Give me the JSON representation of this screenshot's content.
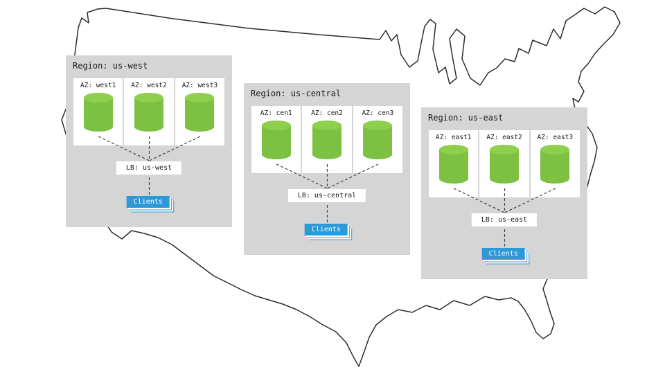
{
  "diagram": {
    "description": "US map with three cloud regions, each containing three availability zones with databases feeding a load balancer that serves clients"
  },
  "regions": [
    {
      "title": "Region: us-west",
      "azs": [
        {
          "label": "AZ: west1"
        },
        {
          "label": "AZ: west2"
        },
        {
          "label": "AZ: west3"
        }
      ],
      "lb": "LB: us-west",
      "clients": "Clients"
    },
    {
      "title": "Region: us-central",
      "azs": [
        {
          "label": "AZ: cen1"
        },
        {
          "label": "AZ: cen2"
        },
        {
          "label": "AZ: cen3"
        }
      ],
      "lb": "LB: us-central",
      "clients": "Clients"
    },
    {
      "title": "Region: us-east",
      "azs": [
        {
          "label": "AZ: east1"
        },
        {
          "label": "AZ: east2"
        },
        {
          "label": "AZ: east3"
        }
      ],
      "lb": "LB: us-east",
      "clients": "Clients"
    }
  ],
  "colors": {
    "region_bg": "#d5d5d5",
    "az_bg": "#ffffff",
    "cylinder_body": "#7cc142",
    "cylinder_top": "#8ed04c",
    "clients_bg": "#2d99d6",
    "outline": "#2b2b2b",
    "connector": "#404040"
  }
}
